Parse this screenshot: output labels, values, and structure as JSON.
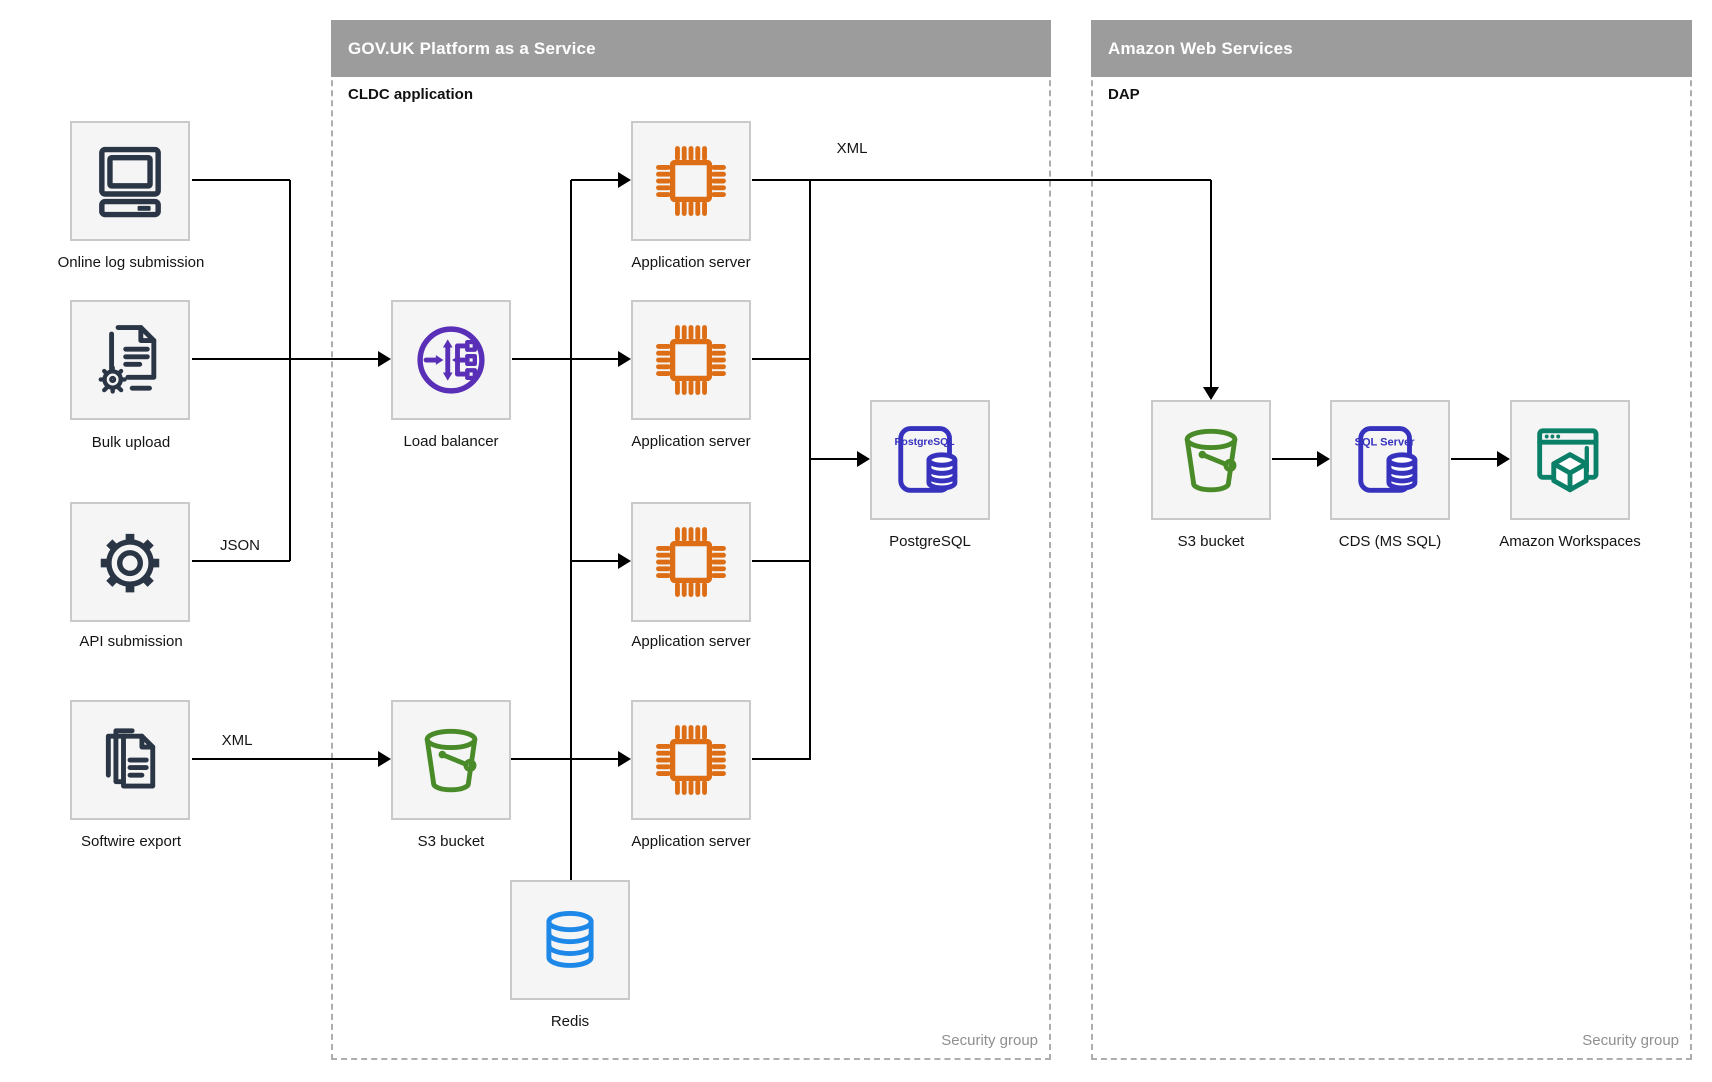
{
  "diagram": {
    "containers": {
      "govuk": {
        "title": "GOV.UK Platform as a Service",
        "sublabel": "CLDC application",
        "security_label": "Security group"
      },
      "aws": {
        "title": "Amazon Web Services",
        "sublabel": "DAP",
        "security_label": "Security group"
      }
    },
    "nodes": {
      "online_log_submission": {
        "label": "Online log submission",
        "icon": "computer-icon"
      },
      "bulk_upload": {
        "label": "Bulk upload",
        "icon": "document-gear-icon"
      },
      "api_submission": {
        "label": "API submission",
        "icon": "gear-icon"
      },
      "softwire_export": {
        "label": "Softwire export",
        "icon": "documents-stack-icon"
      },
      "load_balancer": {
        "label": "Load balancer",
        "icon": "load-balancer-icon"
      },
      "app_server_1": {
        "label": "Application server",
        "icon": "chip-icon"
      },
      "app_server_2": {
        "label": "Application server",
        "icon": "chip-icon"
      },
      "app_server_3": {
        "label": "Application server",
        "icon": "chip-icon"
      },
      "app_server_4": {
        "label": "Application server",
        "icon": "chip-icon"
      },
      "postgresql": {
        "label": "PostgreSQL",
        "icon": "postgresql-icon",
        "badge": "PostgreSQL"
      },
      "s3_bucket_govuk": {
        "label": "S3 bucket",
        "icon": "bucket-icon"
      },
      "redis": {
        "label": "Redis",
        "icon": "database-icon"
      },
      "s3_bucket_aws": {
        "label": "S3 bucket",
        "icon": "bucket-icon"
      },
      "cds_ms_sql": {
        "label": "CDS (MS SQL)",
        "icon": "sql-server-icon",
        "badge": "SQL Server"
      },
      "amazon_workspaces": {
        "label": "Amazon Workspaces",
        "icon": "workspaces-icon"
      }
    },
    "edge_labels": {
      "api_json": "JSON",
      "softwire_xml": "XML",
      "aws_xml": "XML"
    },
    "colors": {
      "navy": "#2A3545",
      "orange": "#DD6E15",
      "purple": "#5A2FB8",
      "green": "#4A8B29",
      "indigo": "#3632BE",
      "blue": "#1E88E8",
      "teal": "#0B8068",
      "header_gray": "#9C9C9C",
      "line": "#000000",
      "node_fill": "#F5F5F5",
      "node_border": "#C9C9C9",
      "container_border": "#ADADAD",
      "security_text": "#8F8F8F"
    }
  }
}
